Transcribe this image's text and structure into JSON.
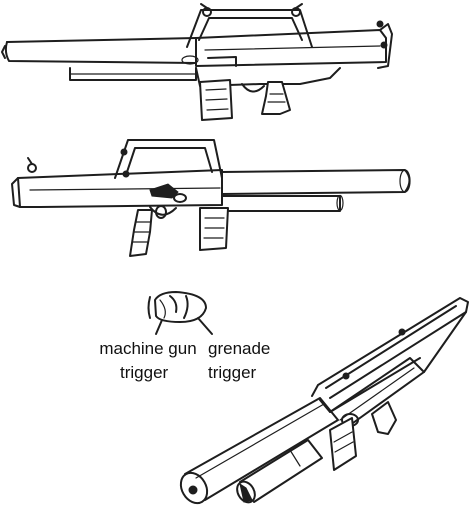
{
  "labels": {
    "machine_gun_trigger": {
      "line1": "machine gun",
      "line2": "trigger"
    },
    "grenade_trigger": {
      "line1": "grenade",
      "line2": "trigger"
    }
  },
  "colors": {
    "ink": "#1e1e1e",
    "background": "#ffffff"
  }
}
